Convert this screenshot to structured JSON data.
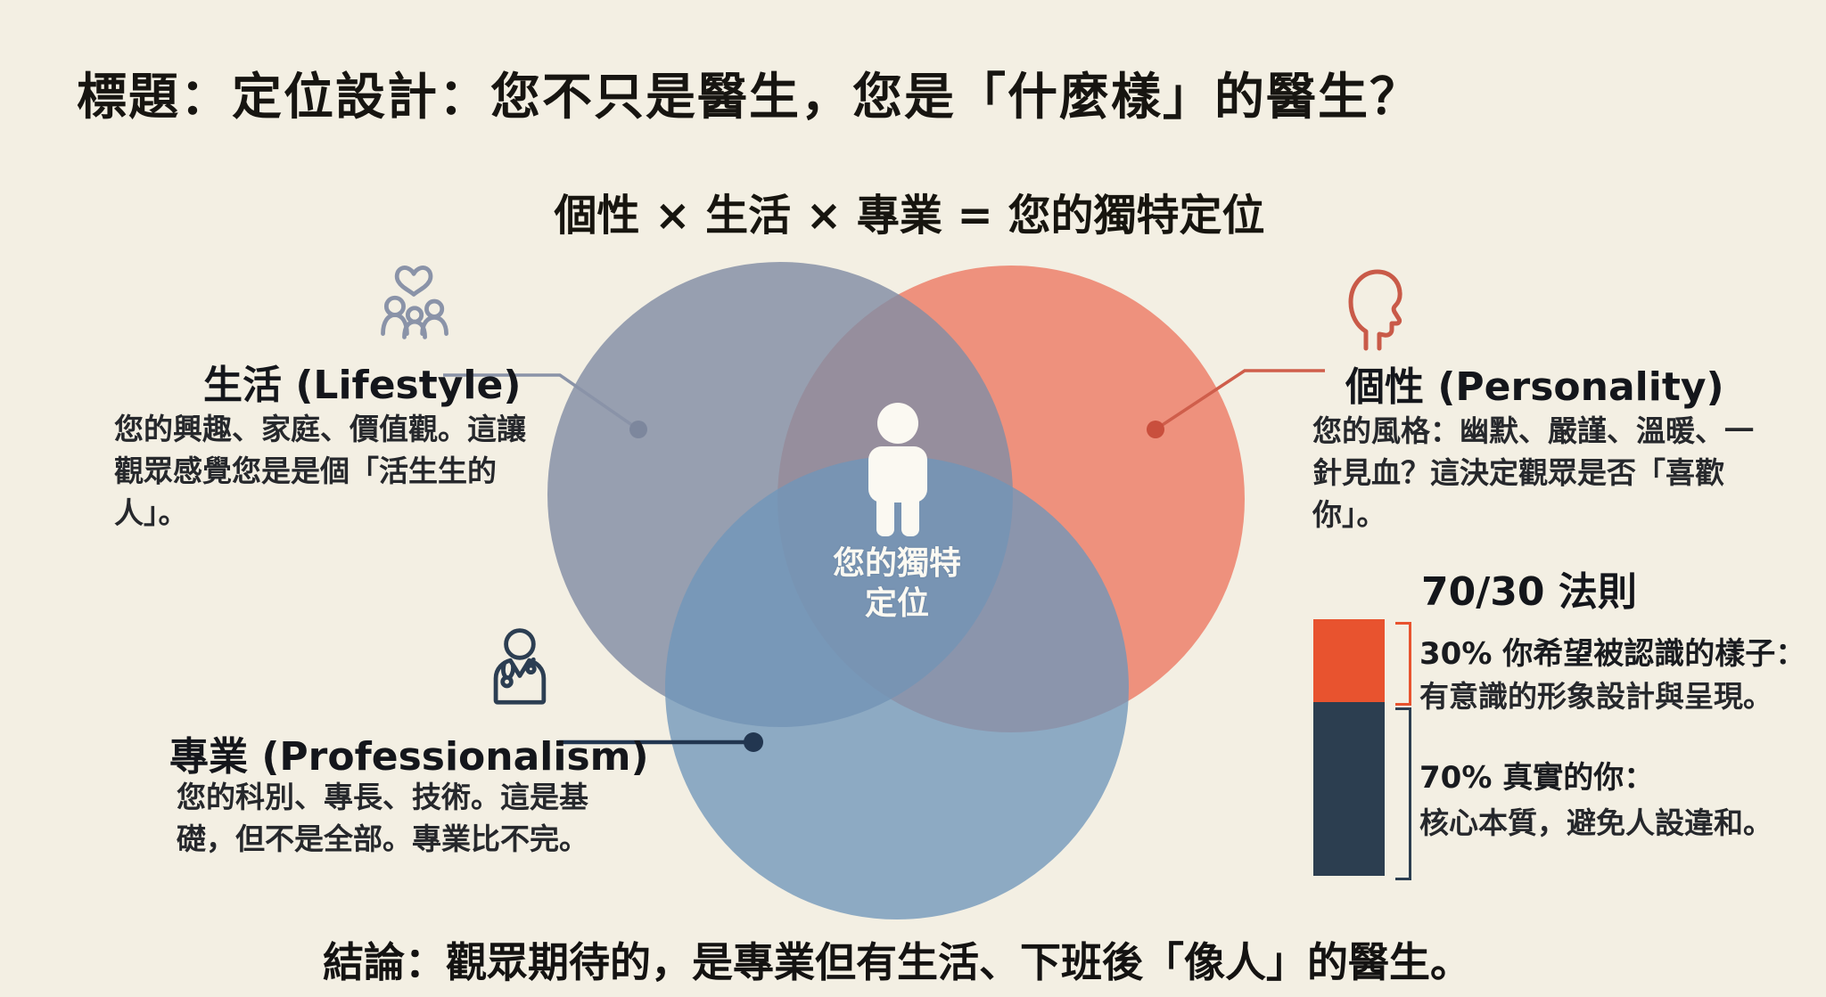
{
  "title": "標題：定位設計：您不只是醫生，您是「什麼樣」的醫生？",
  "formula": "個性 × 生活 × 專業 = 您的獨特定位",
  "venn": {
    "center_line1": "您的獨特",
    "center_line2": "定位",
    "circle_colors": {
      "lifestyle": "#828ea5",
      "personality": "#ed7d66",
      "professionalism": "#6f96ba"
    }
  },
  "sections": {
    "lifestyle": {
      "label": "生活 (Lifestyle)",
      "desc": "您的興趣、家庭、價值觀。這讓觀眾感覺您是是個「活生生的人」。",
      "icon": "family-heart-icon",
      "accent": "#8a93a8"
    },
    "personality": {
      "label": "個性 (Personality)",
      "desc": "您的風格：幽默、嚴謹、溫暖、一針見血？這決定觀眾是否「喜歡你」。",
      "icon": "head-profile-icon",
      "accent": "#c95a48"
    },
    "professionalism": {
      "label": "專業 (Professionalism)",
      "desc": "您的科別、專長、技術。這是基礎，但不是全部。專業比不完。",
      "icon": "doctor-icon",
      "accent": "#223650"
    }
  },
  "rule": {
    "heading": "70/30 法則",
    "segments": [
      {
        "value": 30,
        "color": "#e8532f",
        "title": "30% 你希望被認識的樣子：",
        "desc": "有意識的形象設計與呈現。"
      },
      {
        "value": 70,
        "color": "#2c3e50",
        "title": "70% 真實的你：",
        "desc": "核心本質，避免人設違和。"
      }
    ]
  },
  "conclusion": "結論：觀眾期待的，是專業但有生活、下班後「像人」的醫生。"
}
